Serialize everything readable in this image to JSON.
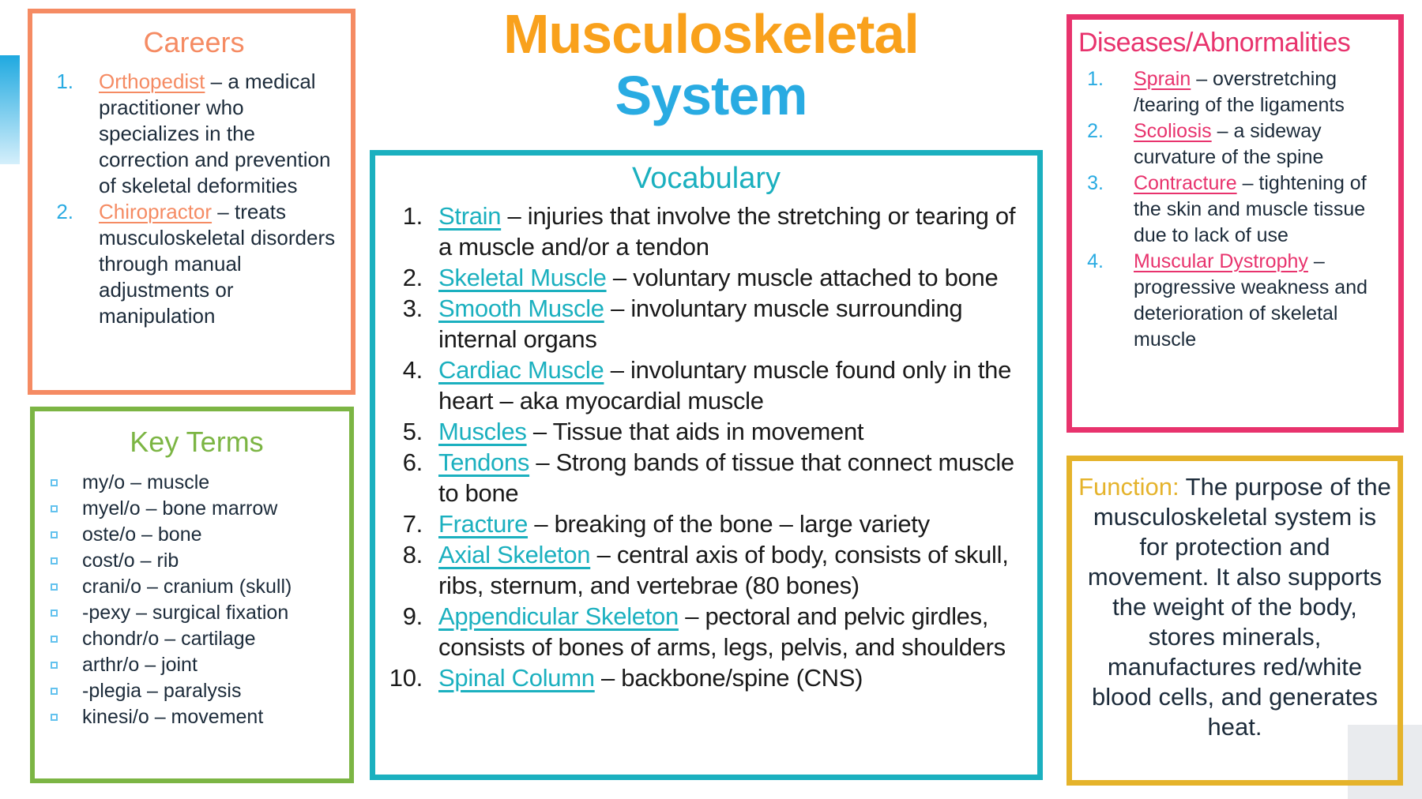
{
  "title": {
    "line1": "Musculoskeletal",
    "line2": "System"
  },
  "careers": {
    "title": "Careers",
    "items": [
      {
        "term": "Orthopedist",
        "definition": "– a medical practitioner who specializes in the correction and prevention of skeletal deformities"
      },
      {
        "term": "Chiropractor",
        "definition": "– treats musculoskeletal disorders through manual adjustments or manipulation"
      }
    ]
  },
  "key_terms": {
    "title": "Key Terms",
    "items": [
      "my/o – muscle",
      "myel/o – bone marrow",
      "oste/o – bone",
      "cost/o – rib",
      "crani/o – cranium (skull)",
      "-pexy – surgical fixation",
      "chondr/o – cartilage",
      "arthr/o – joint",
      "-plegia – paralysis",
      "kinesi/o – movement"
    ]
  },
  "vocabulary": {
    "title": "Vocabulary",
    "items": [
      {
        "term": "Strain",
        "definition": "– injuries that involve the stretching or tearing of a muscle and/or a tendon"
      },
      {
        "term": "Skeletal Muscle",
        "definition": "– voluntary muscle attached to bone"
      },
      {
        "term": "Smooth Muscle",
        "definition": "– involuntary muscle surrounding internal organs"
      },
      {
        "term": "Cardiac Muscle",
        "definition": "– involuntary muscle found only in the heart – aka myocardial muscle"
      },
      {
        "term": "Muscles",
        "definition": "– Tissue that aids in movement"
      },
      {
        "term": "Tendons",
        "definition": "– Strong bands of tissue that connect muscle to bone"
      },
      {
        "term": "Fracture",
        "definition": "– breaking of the bone – large variety"
      },
      {
        "term": "Axial Skeleton",
        "definition": "– central axis of body, consists of skull, ribs, sternum, and vertebrae (80 bones)"
      },
      {
        "term": "Appendicular Skeleton",
        "definition": "– pectoral and pelvic girdles, consists of bones of arms, legs, pelvis, and shoulders"
      },
      {
        "term": "Spinal Column",
        "definition": "– backbone/spine (CNS)"
      }
    ]
  },
  "diseases": {
    "title": "Diseases/Abnormalities",
    "items": [
      {
        "term": "Sprain",
        "definition": "– overstretching /tearing of the ligaments"
      },
      {
        "term": "Scoliosis",
        "definition": "– a sideway curvature of the spine"
      },
      {
        "term": "Contracture",
        "definition": "– tightening of the skin and muscle tissue due to lack of use"
      },
      {
        "term": "Muscular Dystrophy",
        "definition": "– progressive weakness and deterioration of skeletal muscle"
      }
    ]
  },
  "function_box": {
    "label": "Function:",
    "text": "The purpose of the musculoskeletal system is for protection and movement. It also supports the weight of the body, stores minerals, manufactures red/white blood cells, and generates heat."
  },
  "colors": {
    "background": "#FFFFFF",
    "title_orange": "#F9A11C",
    "title_blue": "#29ABE2",
    "careers_accent": "#F58B63",
    "keyterms_accent": "#7CB544",
    "vocab_accent": "#1BB0BF",
    "diseases_accent": "#E8336D",
    "function_accent": "#E5B32B",
    "number_blue": "#29ABE2",
    "body_text": "#1C2B3A",
    "vocab_text": "#1A1A1A",
    "bullet_blue": "#63C2EE",
    "corner_gray": "#E9EBEE",
    "sidebar_gradient_top": "#1FA9E0",
    "sidebar_gradient_bottom": "#D5EFFB"
  }
}
